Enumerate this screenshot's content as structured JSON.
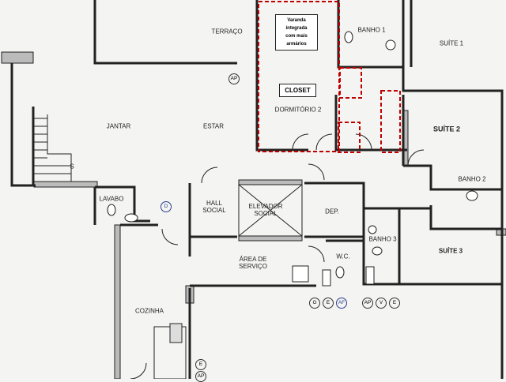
{
  "title": "Planta baixa do apartamento",
  "colors": {
    "wall": "#222222",
    "masonry": "#bbbbbb",
    "highlight": "#c00000",
    "background": "#f4f4f2"
  },
  "rooms": {
    "terraco": "TERRAÇO",
    "banho1": "BANHO 1",
    "suite1": "SUÍTE 1",
    "dormitorio2": "DORMITÓRIO 2",
    "jantar": "JANTAR",
    "estar": "ESTAR",
    "suite2": "SUÍTE 2",
    "lavabo": "LAVABO",
    "hall_social_1": "HALL",
    "hall_social_2": "SOCIAL",
    "elevador_1": "ELEVADOR",
    "elevador_2": "SOCIAL",
    "dep": "DEP.",
    "banho2": "BANHO 2",
    "banho3": "BANHO 3",
    "suite3": "SUÍTE 3",
    "wc": "W.C.",
    "area_servico_1": "ÁREA DE",
    "area_servico_2": "SERVIÇO",
    "cozinha": "COZINHA",
    "stair_mark": "S"
  },
  "annotations": {
    "varanda": [
      "Varanda",
      "integrada",
      "com mais",
      "armários"
    ],
    "closet": "CLOSET"
  },
  "markers": {
    "ap_terraco": "AP",
    "d_lavabo": "D",
    "g": "G",
    "e1": "E",
    "af": "AF",
    "ap2": "AP",
    "v": "V",
    "e2": "E",
    "e3": "E",
    "ap3": "AP"
  }
}
